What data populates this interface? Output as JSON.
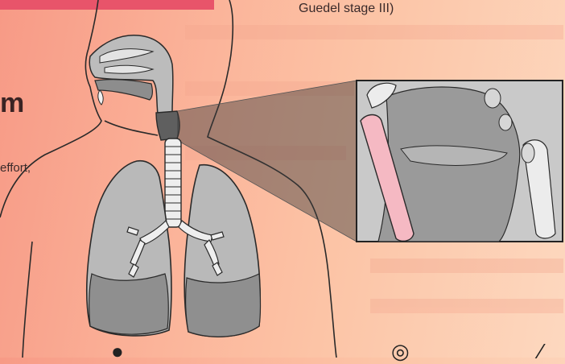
{
  "header": {
    "caption": "Guedel stage III)"
  },
  "left_panel": {
    "heading_fragment": "m",
    "text_fragment": "effort,"
  },
  "illustration": {
    "subject": "respiratory-system-with-larynx-inset",
    "colors": {
      "accent_bar": "#e8546a",
      "lung_fill": "#b9b9b9",
      "lung_dark": "#8f8f8f",
      "trachea_fill": "#e9e9e9",
      "outline": "#2a2a2a",
      "inset_bg": "#c8c8c8",
      "inset_pink": "#f5b9c3"
    }
  }
}
